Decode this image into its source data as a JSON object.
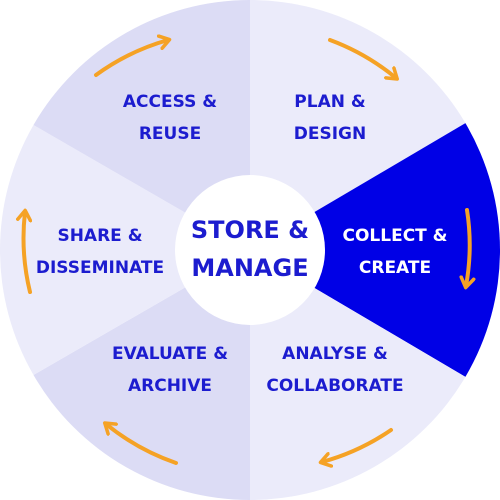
{
  "center": {
    "lines": [
      "STORE &",
      "MANAGE"
    ]
  },
  "segments": [
    {
      "id": "plan-design",
      "lines": [
        "PLAN &",
        "DESIGN"
      ]
    },
    {
      "id": "collect-create",
      "lines": [
        "COLLECT &",
        "CREATE"
      ],
      "highlighted": true
    },
    {
      "id": "analyse-collaborate",
      "lines": [
        "ANALYSE &",
        "COLLABORATE"
      ]
    },
    {
      "id": "evaluate-archive",
      "lines": [
        "EVALUATE &",
        "ARCHIVE"
      ]
    },
    {
      "id": "share-disseminate",
      "lines": [
        "SHARE &",
        "DISSEMINATE"
      ]
    },
    {
      "id": "access-reuse",
      "lines": [
        "ACCESS &",
        "REUSE"
      ]
    }
  ],
  "colors": {
    "text": "#1c1ccf",
    "text_on_highlight": "#ffffff",
    "highlight": "#0000e6",
    "segment_fills": [
      "#ebebfa",
      "#0000e6",
      "#ebebfa",
      "#dcdcf5",
      "#ebebfa",
      "#dcdcf5"
    ],
    "center_fill": "#ffffff",
    "arrow": "#f5a225"
  }
}
